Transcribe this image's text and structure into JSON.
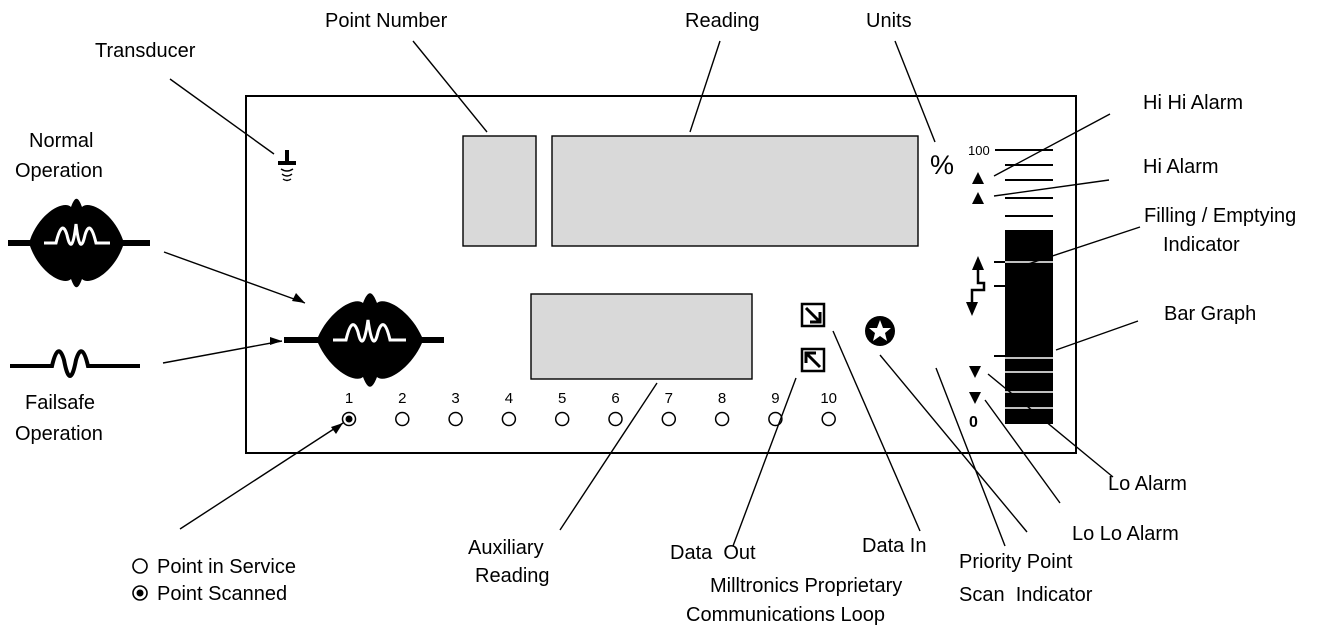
{
  "labels": {
    "transducer": "Transducer",
    "point_number": "Point Number",
    "reading": "Reading",
    "units": "Units",
    "normal_operation_line1": "Normal",
    "normal_operation_line2": "Operation",
    "failsafe_operation_line1": "Failsafe",
    "failsafe_operation_line2": "Operation",
    "hi_hi_alarm": "Hi Hi Alarm",
    "hi_alarm": "Hi Alarm",
    "filling_emptying_line1": "Filling / Emptying",
    "filling_emptying_line2": "Indicator",
    "bar_graph": "Bar Graph",
    "lo_alarm": "Lo Alarm",
    "lo_lo_alarm": "Lo Lo Alarm",
    "point_in_service": "Point in Service",
    "point_scanned": "Point Scanned",
    "auxiliary_reading_line1": "Auxiliary",
    "auxiliary_reading_line2": "Reading",
    "data_out": "Data  Out",
    "data_in": "Data In",
    "priority_point_line1": "Priority Point",
    "priority_point_line2": "Scan  Indicator",
    "comm_loop_line1": "Milltronics Proprietary",
    "comm_loop_line2": "Communications Loop"
  },
  "display": {
    "units_symbol": "%",
    "scale_top": "100",
    "scale_bottom": "0",
    "point_numbers": [
      "1",
      "2",
      "3",
      "4",
      "5",
      "6",
      "7",
      "8",
      "9",
      "10"
    ],
    "scanned_point_index": 0
  },
  "icons": {
    "transducer": "transducer-icon",
    "echo_normal": "normal-echo-icon",
    "echo_failsafe": "failsafe-echo-icon",
    "data_in": "data-in-icon",
    "data_out": "data-out-icon",
    "priority": "star-icon",
    "filling": "filling-emptying-arrow-icon"
  }
}
